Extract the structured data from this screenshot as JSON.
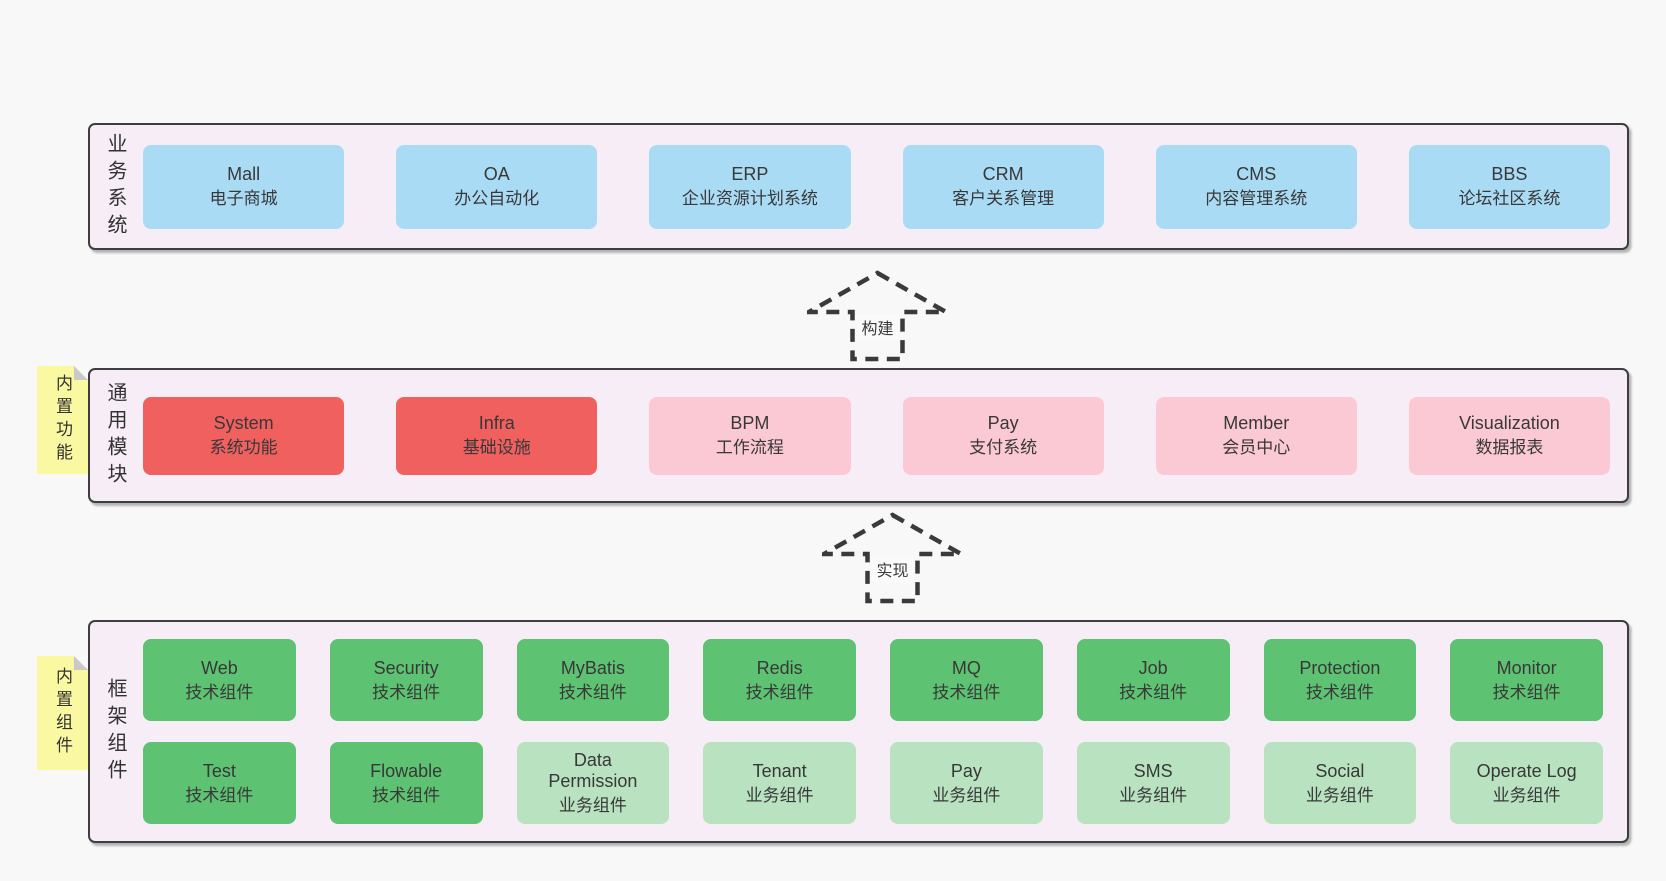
{
  "palette": {
    "blue": "#A9DBF5",
    "red": "#F0605F",
    "pink": "#FBC9D3",
    "green": "#5EC273",
    "lightgreen": "#B8E2C0"
  },
  "colors": {
    "page_bg": "#F8F8F8",
    "band_bg": "#F7EDF6",
    "band_border": "#3E3E3E",
    "note_bg": "#FAF9A1",
    "note_fold": "#C9C9C9",
    "text": "#383838",
    "arrow_dash": "#3A3A3A"
  },
  "bands": [
    {
      "label": "业务系统",
      "boxes": [
        {
          "en": "Mall",
          "zh": "电子商城",
          "type": "blue"
        },
        {
          "en": "OA",
          "zh": "办公自动化",
          "type": "blue"
        },
        {
          "en": "ERP",
          "zh": "企业资源计划系统",
          "type": "blue"
        },
        {
          "en": "CRM",
          "zh": "客户关系管理",
          "type": "blue"
        },
        {
          "en": "CMS",
          "zh": "内容管理系统",
          "type": "blue"
        },
        {
          "en": "BBS",
          "zh": "论坛社区系统",
          "type": "blue"
        }
      ]
    },
    {
      "label": "通用模块",
      "note": "内置功能",
      "boxes": [
        {
          "en": "System",
          "zh": "系统功能",
          "type": "red"
        },
        {
          "en": "Infra",
          "zh": "基础设施",
          "type": "red"
        },
        {
          "en": "BPM",
          "zh": "工作流程",
          "type": "pink"
        },
        {
          "en": "Pay",
          "zh": "支付系统",
          "type": "pink"
        },
        {
          "en": "Member",
          "zh": "会员中心",
          "type": "pink"
        },
        {
          "en": "Visualization",
          "zh": "数据报表",
          "type": "pink"
        }
      ]
    },
    {
      "label": "框架组件",
      "note": "内置组件",
      "rows": [
        [
          {
            "en": "Web",
            "zh": "技术组件",
            "type": "green"
          },
          {
            "en": "Security",
            "zh": "技术组件",
            "type": "green"
          },
          {
            "en": "MyBatis",
            "zh": "技术组件",
            "type": "green"
          },
          {
            "en": "Redis",
            "zh": "技术组件",
            "type": "green"
          },
          {
            "en": "MQ",
            "zh": "技术组件",
            "type": "green"
          },
          {
            "en": "Job",
            "zh": "技术组件",
            "type": "green"
          },
          {
            "en": "Protection",
            "zh": "技术组件",
            "type": "green"
          },
          {
            "en": "Monitor",
            "zh": "技术组件",
            "type": "green"
          }
        ],
        [
          {
            "en": "Test",
            "zh": "技术组件",
            "type": "green"
          },
          {
            "en": "Flowable",
            "zh": "技术组件",
            "type": "green"
          },
          {
            "en": "Data Permission",
            "zh": "业务组件",
            "type": "lightgreen"
          },
          {
            "en": "Tenant",
            "zh": "业务组件",
            "type": "lightgreen"
          },
          {
            "en": "Pay",
            "zh": "业务组件",
            "type": "lightgreen"
          },
          {
            "en": "SMS",
            "zh": "业务组件",
            "type": "lightgreen"
          },
          {
            "en": "Social",
            "zh": "业务组件",
            "type": "lightgreen"
          },
          {
            "en": "Operate Log",
            "zh": "业务组件",
            "type": "lightgreen"
          }
        ]
      ]
    }
  ],
  "arrows": [
    {
      "label": "构建"
    },
    {
      "label": "实现"
    }
  ]
}
